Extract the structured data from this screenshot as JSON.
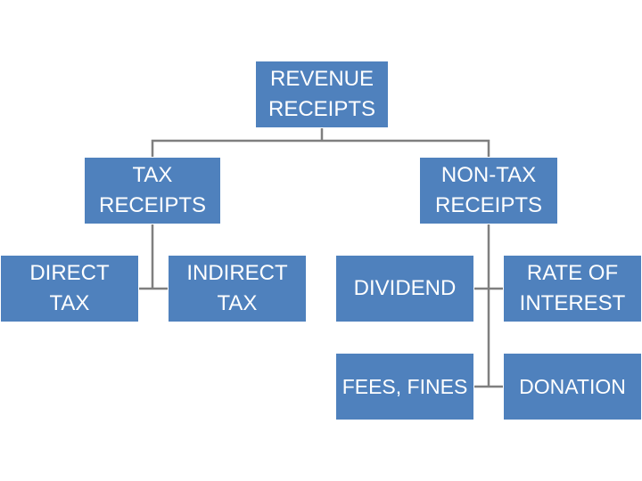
{
  "nodes": {
    "root": "REVENUE\nRECEIPTS",
    "tax": "TAX\nRECEIPTS",
    "nontax": "NON-TAX\nRECEIPTS",
    "direct": "DIRECT\nTAX",
    "indirect": "INDIRECT\nTAX",
    "dividend": "DIVIDEND",
    "rate": "RATE OF\nINTEREST",
    "fees": "FEES, FINES",
    "donation": "DONATION"
  },
  "colors": {
    "node_fill": "#4f81bd",
    "node_text": "#ffffff",
    "connector": "#7f7f7f"
  }
}
